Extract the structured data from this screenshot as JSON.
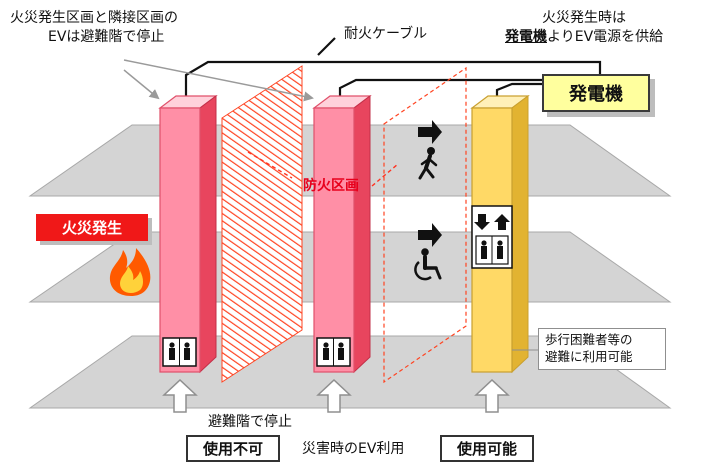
{
  "title_left": {
    "line1": "火災発生区画と隣接区画の",
    "line2": "EVは避難階で停止"
  },
  "title_right": {
    "line1": "火災発生時は",
    "line2_emph": "発電機",
    "line2_rest": "よりEV電源を供給"
  },
  "cable_label": "耐火ケーブル",
  "generator_label": "発電機",
  "fire_partition_label": "防火区画",
  "fire_label": "火災発生",
  "stop_label": "避難階で停止",
  "unusable_label": "使用不可",
  "usable_label": "使用可能",
  "disaster_label": "災害時のEV利用",
  "note": {
    "line1": "歩行困難者等の",
    "line2": "避難に利用可能"
  },
  "colors": {
    "pink_shaft": "#ff8fa6",
    "yellow_shaft": "#ffd966",
    "hatch": "#ff4422",
    "floor": "#d4d4d4",
    "alert_red": "#f01818",
    "generator_fill": "#ffff9e"
  },
  "icons": [
    "elevator-icon",
    "walking-person-icon",
    "wheelchair-icon",
    "fire-icon",
    "arrow-right-icon",
    "up-arrow-icon",
    "down-arrow-icon"
  ]
}
